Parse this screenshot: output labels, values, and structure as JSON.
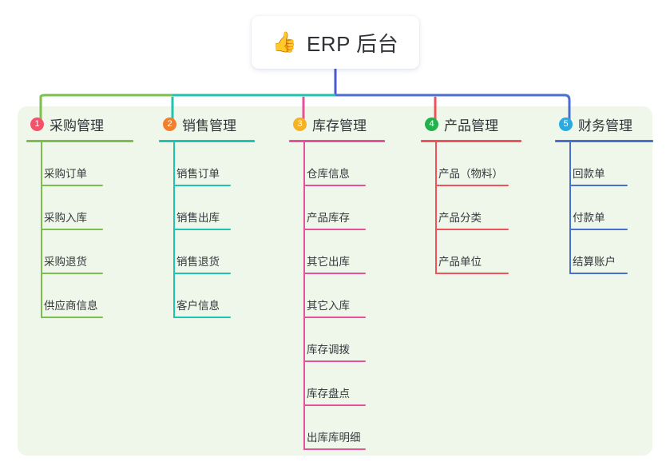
{
  "diagram": {
    "type": "mindmap-tree",
    "root": {
      "icon": "thumbs-up-icon",
      "emoji": "👍",
      "label": "ERP 后台"
    },
    "panel_color": "#eff7ea",
    "trunk_color": "#4a5bd0",
    "branches": [
      {
        "number": "1",
        "label": "采购管理",
        "badge_color": "#f2536b",
        "line_color": "#7cbf4f",
        "items": [
          {
            "label": "采购订单"
          },
          {
            "label": "采购入库"
          },
          {
            "label": "采购退货"
          },
          {
            "label": "供应商信息"
          }
        ]
      },
      {
        "number": "2",
        "label": "销售管理",
        "badge_color": "#f0802e",
        "line_color": "#1ec4b0",
        "items": [
          {
            "label": "销售订单"
          },
          {
            "label": "销售出库"
          },
          {
            "label": "销售退货"
          },
          {
            "label": "客户信息"
          }
        ]
      },
      {
        "number": "3",
        "label": "库存管理",
        "badge_color": "#f5b324",
        "line_color": "#e8509b",
        "items": [
          {
            "label": "仓库信息"
          },
          {
            "label": "产品库存"
          },
          {
            "label": "其它出库"
          },
          {
            "label": "其它入库"
          },
          {
            "label": "库存调拨"
          },
          {
            "label": "库存盘点"
          },
          {
            "label": "出库库明细"
          }
        ]
      },
      {
        "number": "4",
        "label": "产品管理",
        "badge_color": "#22b14c",
        "line_color": "#f1515b",
        "items": [
          {
            "label": "产品（物料）"
          },
          {
            "label": "产品分类"
          },
          {
            "label": "产品单位"
          }
        ]
      },
      {
        "number": "5",
        "label": "财务管理",
        "badge_color": "#29aae1",
        "line_color": "#4a6fd0",
        "items": [
          {
            "label": "回款单"
          },
          {
            "label": "付款单"
          },
          {
            "label": "结算账户"
          }
        ]
      }
    ]
  }
}
